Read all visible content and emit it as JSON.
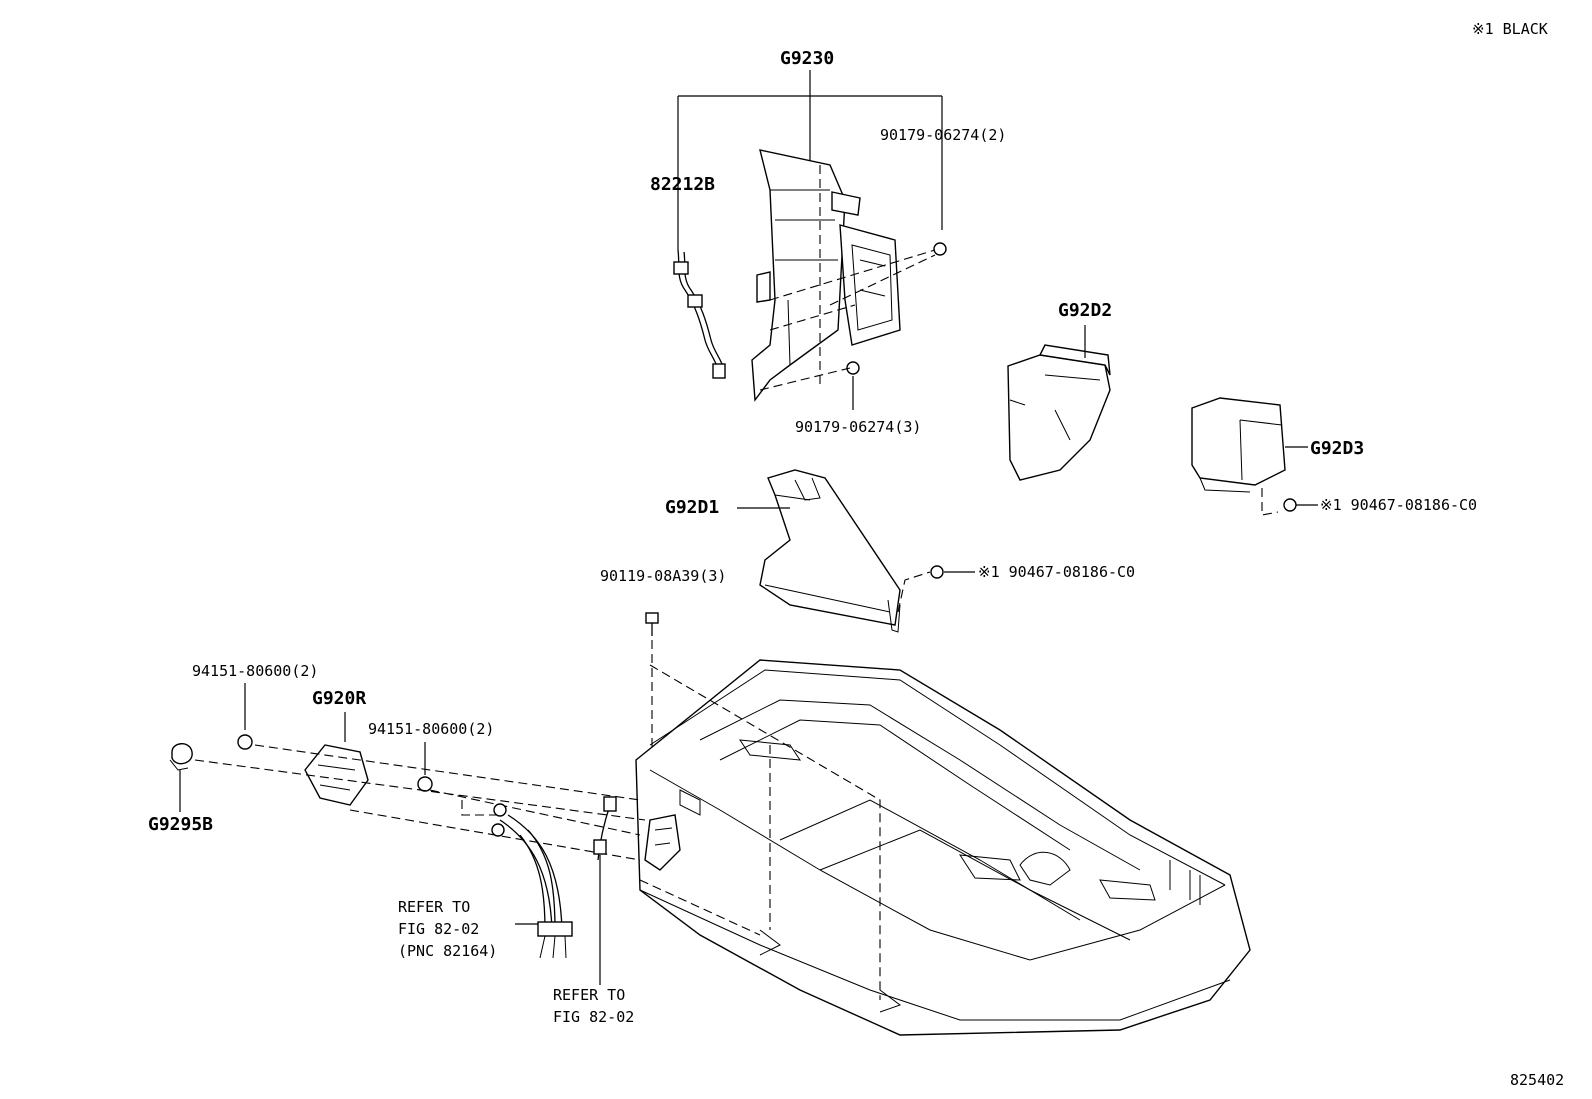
{
  "note": "※1 BLACK",
  "figure_id": "825402",
  "labels": {
    "g9230": "G9230",
    "p82212b": "82212B",
    "nut_top": "90179-06274(2)",
    "nut_bottom": "90179-06274(3)",
    "g92d2": "G92D2",
    "g92d3": "G92D3",
    "clip_right": "※1 90467-08186-C0",
    "g92d1": "G92D1",
    "clip_mid": "※1 90467-08186-C0",
    "bolt": "90119-08A39(3)",
    "nut_left_a": "94151-80600(2)",
    "g920r": "G920R",
    "nut_left_b": "94151-80600(2)",
    "g9295b": "G9295B",
    "refer1_line1": "REFER TO",
    "refer1_line2": "FIG 82-02",
    "refer1_line3": "(PNC 82164)",
    "refer2_line1": "REFER TO",
    "refer2_line2": "FIG 82-02"
  }
}
